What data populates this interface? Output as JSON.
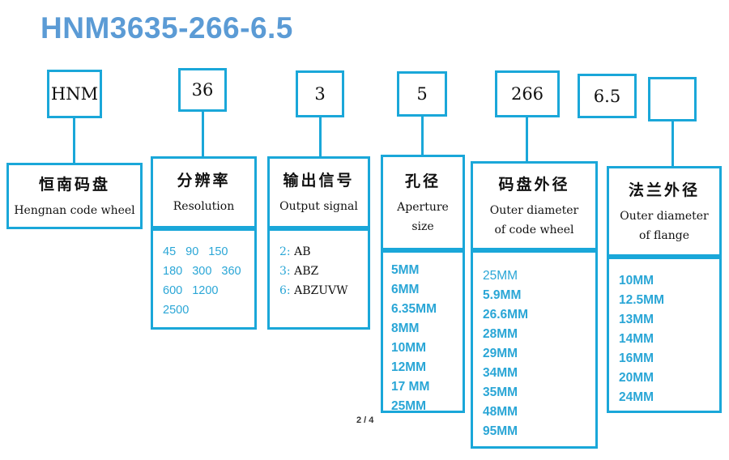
{
  "title": "HNM3635-266-6.5",
  "codes": [
    "HNM",
    "36",
    "3",
    "5",
    "266",
    "6.5",
    ""
  ],
  "categories": [
    {
      "cn": "恒南码盘",
      "en": "Hengnan code wheel"
    },
    {
      "cn": "分辨率",
      "en": "Resolution"
    },
    {
      "cn": "输出信号",
      "en": "Output signal"
    },
    {
      "cn": "孔径",
      "en": "Aperture size"
    },
    {
      "cn": "码盘外径",
      "en": "Outer diameter of code wheel"
    },
    {
      "cn": "法兰外径",
      "en": "Outer diameter of flange"
    }
  ],
  "resolution": [
    "45",
    "90",
    "150",
    "180",
    "300",
    "360",
    "600",
    "1200",
    "2500"
  ],
  "signals": [
    {
      "num": "2:",
      "label": "AB"
    },
    {
      "num": "3:",
      "label": "ABZ"
    },
    {
      "num": "6:",
      "label": "ABZUVW"
    }
  ],
  "aperture": [
    "5MM",
    "6MM",
    "6.35MM",
    "8MM",
    "10MM",
    "12MM",
    "17 MM",
    "25MM"
  ],
  "wheel_diameter": [
    "25MM",
    "5.9MM",
    "26.6MM",
    "28MM",
    "29MM",
    "34MM",
    "35MM",
    "48MM",
    "95MM"
  ],
  "flange_diameter": [
    "10MM",
    "12.5MM",
    "13MM",
    "14MM",
    "16MM",
    "20MM",
    "24MM"
  ],
  "page": "2 / 4"
}
